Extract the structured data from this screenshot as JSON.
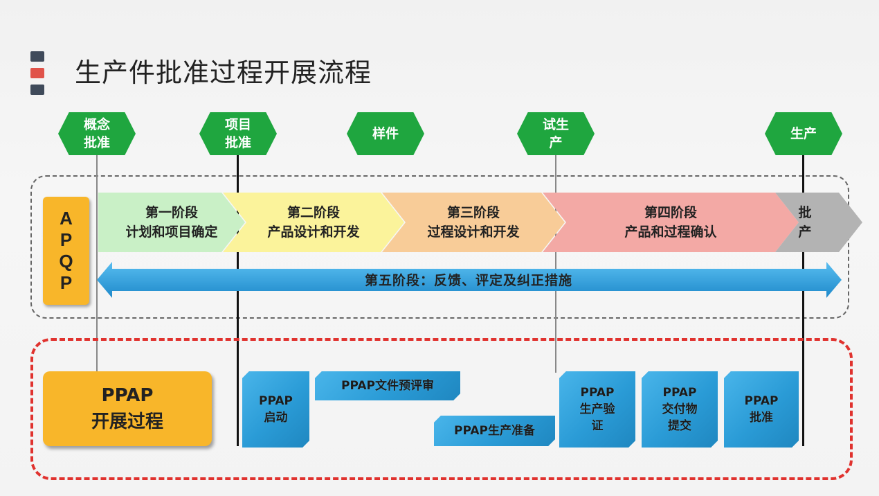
{
  "title": "生产件批准过程开展流程",
  "title_bar_colors": [
    "#3f4a5a",
    "#e0534a",
    "#3f4a5a"
  ],
  "milestones": [
    {
      "label": "概念\n批准"
    },
    {
      "label": "项目\n批准"
    },
    {
      "label": "样件"
    },
    {
      "label": "试生\n产"
    },
    {
      "label": "生产"
    }
  ],
  "apqp": {
    "letters": [
      "A",
      "P",
      "Q",
      "P"
    ],
    "stages": [
      {
        "line1": "第一阶段",
        "line2": "计划和项目确定",
        "color": "#c9f0c6"
      },
      {
        "line1": "第二阶段",
        "line2": "产品设计和开发",
        "color": "#fbf39b"
      },
      {
        "line1": "第三阶段",
        "line2": "过程设计和开发",
        "color": "#f8cc98"
      },
      {
        "line1": "第四阶段",
        "line2": "产品和过程确认",
        "color": "#f3a9a5"
      },
      {
        "line1": "批",
        "line2": "产",
        "color": "#b3b3b3"
      }
    ],
    "feedback": "第五阶段：反馈、评定及纠正措施"
  },
  "ppap": {
    "main_line1": "PPAP",
    "main_line2": "开展过程",
    "steps": [
      {
        "lines": [
          "PPAP",
          "启动"
        ]
      },
      {
        "lines": [
          "PPAP文件预评审"
        ]
      },
      {
        "lines": [
          "PPAP生产准备"
        ]
      },
      {
        "lines": [
          "PPAP",
          "生产验",
          "证"
        ]
      },
      {
        "lines": [
          "PPAP",
          "交付物",
          "提交"
        ]
      },
      {
        "lines": [
          "PPAP",
          "批准"
        ]
      }
    ]
  },
  "colors": {
    "milestone_green": "#1fa63f",
    "apqp_orange": "#f8b62a",
    "feedback_blue": "#2d9fd9",
    "ppap_frame_red": "#e0322e"
  }
}
